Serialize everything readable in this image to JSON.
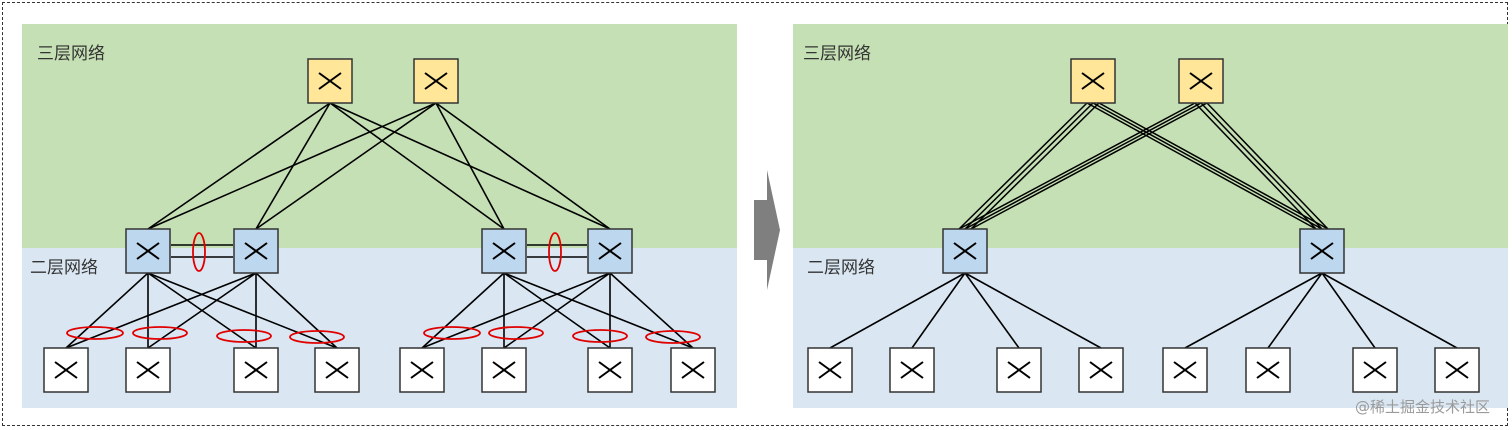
{
  "colors": {
    "layer3_bg": "#c5e0b4",
    "layer2_bg": "#dae7f3",
    "core_switch": "#ffe699",
    "aggregation_switch": "#bdd7ee",
    "access_switch": "#ffffff",
    "bundle_ellipse": "#e00000",
    "link": "#000000",
    "arrow": "#7f7f7f"
  },
  "left_panel": {
    "layer3_label": "三层网络",
    "layer2_label": "二层网络"
  },
  "right_panel": {
    "layer3_label": "三层网络",
    "layer2_label": "二层网络"
  },
  "switch_icon": "x-cross-switch-icon",
  "watermark": "@稀土掘金技术社区"
}
